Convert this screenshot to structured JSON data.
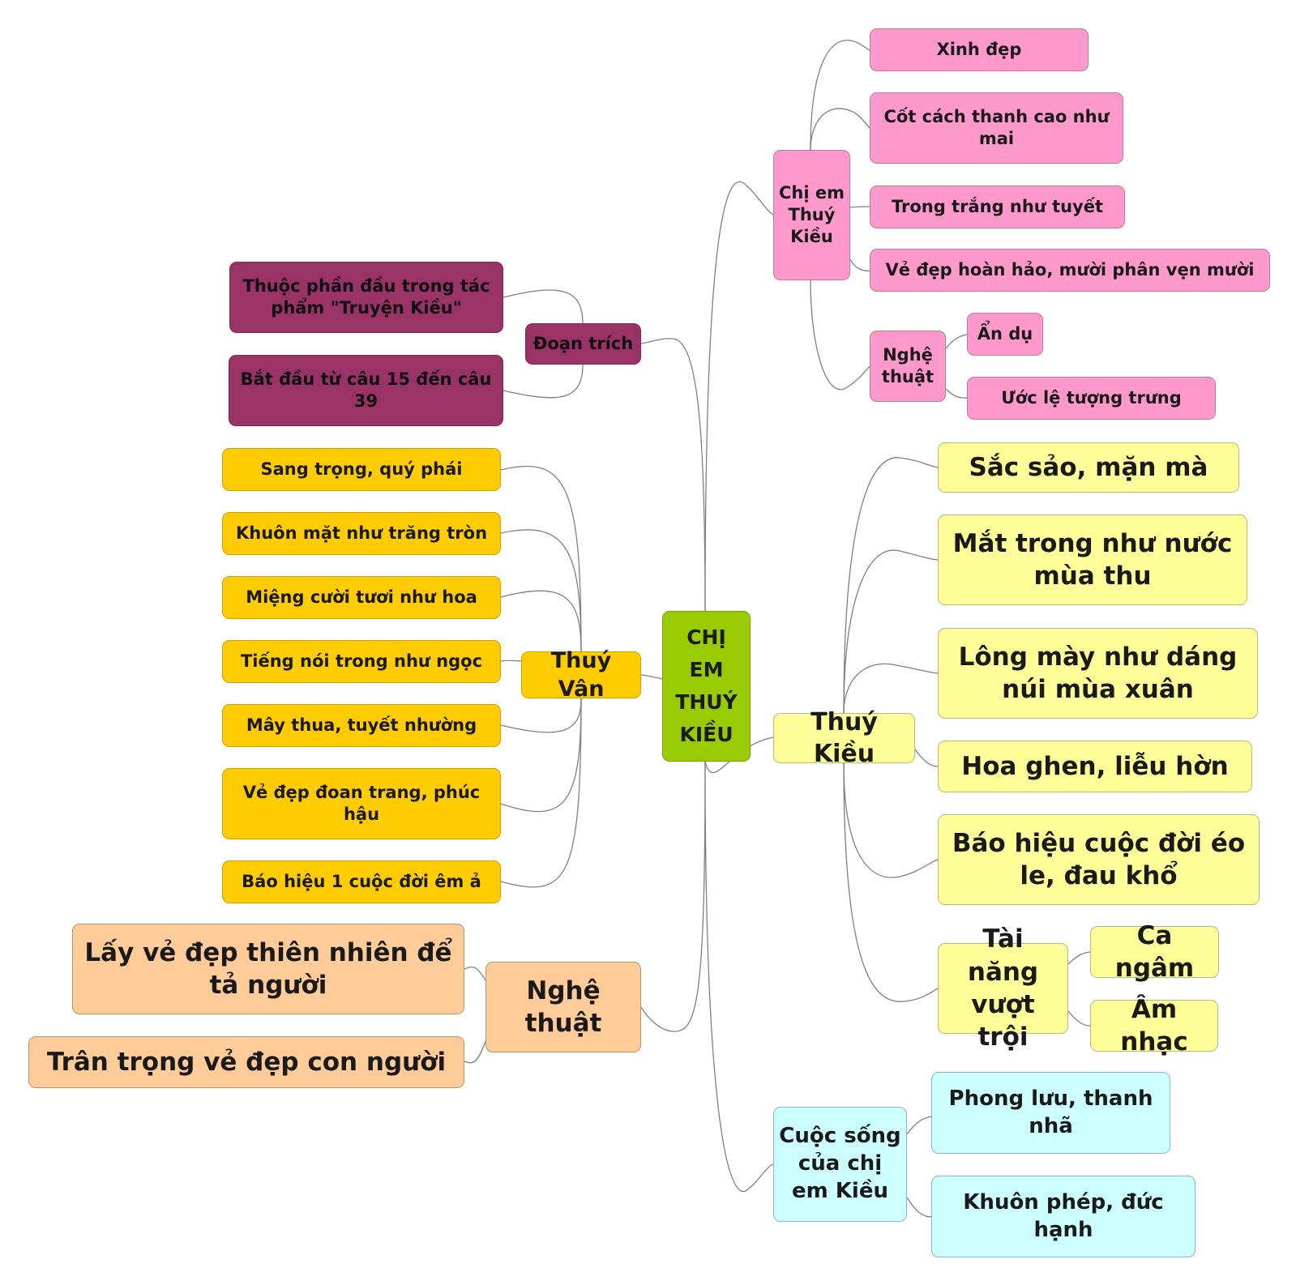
{
  "root": {
    "label": "CHỊ EM THUÝ KIỀU"
  },
  "left": {
    "doan_trich": {
      "label": "Đoạn trích",
      "children": [
        "Thuộc phần đầu trong tác phẩm \"Truyện Kiều\"",
        "Bắt đầu từ câu 15 đến câu 39"
      ]
    },
    "thuy_van": {
      "label": "Thuý Vân",
      "children": [
        "Sang trọng, quý phái",
        "Khuôn mặt như trăng tròn",
        "Miệng cười tươi như hoa",
        "Tiếng nói trong như ngọc",
        "Mây thua, tuyết nhường",
        "Vẻ đẹp đoan trang, phúc hậu",
        "Báo hiệu 1 cuộc đời êm ả"
      ]
    },
    "nghe_thuat": {
      "label": "Nghệ thuật",
      "children": [
        "Lấy vẻ đẹp thiên nhiên để tả người",
        "Trân trọng vẻ đẹp con người"
      ]
    }
  },
  "right": {
    "chi_em": {
      "label": "Chị em Thuý Kiều",
      "children": [
        "Xinh đẹp",
        "Cốt cách thanh cao như mai",
        "Trong trắng như tuyết",
        "Vẻ đẹp hoàn hảo, mười phân vẹn mười"
      ],
      "nghe_thuat": {
        "label": "Nghệ thuật",
        "children": [
          "Ẩn dụ",
          "Ước lệ tượng trưng"
        ]
      }
    },
    "thuy_kieu": {
      "label": "Thuý Kiều",
      "children": [
        "Sắc sảo, mặn mà",
        "Mắt trong như nước mùa thu",
        "Lông mày như dáng núi mùa xuân",
        "Hoa ghen, liễu hờn",
        "Báo hiệu cuộc đời éo le, đau khổ"
      ],
      "tai_nang": {
        "label": "Tài năng vượt trội",
        "children": [
          "Ca ngâm",
          "Âm nhạc"
        ]
      }
    },
    "cuoc_song": {
      "label": "Cuộc sống của chị em Kiều",
      "children": [
        "Phong lưu, thanh nhã",
        "Khuôn phép, đức hạnh"
      ]
    }
  },
  "colors": {
    "root": "#99cc00",
    "doan_trich": "#993366",
    "thuy_van": "#ffcc00",
    "nghe_thuat": "#ffcc99",
    "chi_em": "#ff99cc",
    "thuy_kieu": "#ffff99",
    "cuoc_song": "#ccffff",
    "connector": "#808080"
  }
}
